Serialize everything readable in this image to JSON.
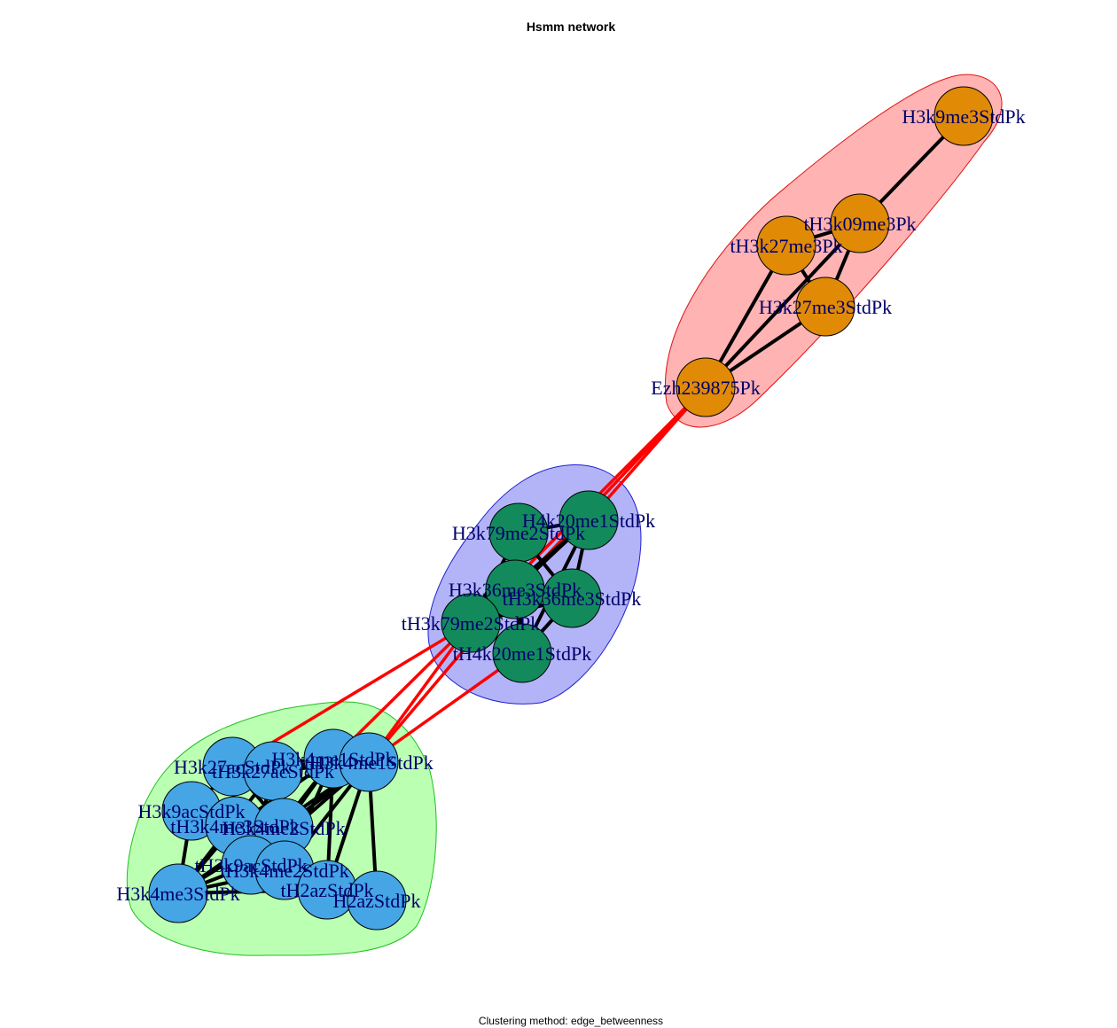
{
  "title": "Hsmm network",
  "subtitle": "Clustering method: edge_betweenness",
  "colors": {
    "intra_edge": "#000000",
    "inter_edge": "#ff0000",
    "label": "#00006b"
  },
  "clusters": [
    {
      "id": "c1",
      "node_color": "#e08a06",
      "hull_fill": "#ffb3b3",
      "hull_stroke": "#e01010",
      "nodes": [
        "H3k9me3StdPk",
        "tH3k09me3Pk",
        "tH3k27me3Pk",
        "H3k27me3StdPk",
        "Ezh239875Pk"
      ]
    },
    {
      "id": "c2",
      "node_color": "#138a5c",
      "hull_fill": "#b3b3f8",
      "hull_stroke": "#2020d0",
      "nodes": [
        "H4k20me1StdPk",
        "H3k79me2StdPk",
        "H3k36me3StdPk",
        "tH3k36me3StdPk",
        "tH3k79me2StdPk",
        "tH4k20me1StdPk"
      ]
    },
    {
      "id": "c3",
      "node_color": "#45a5e5",
      "hull_fill": "#bbffb3",
      "hull_stroke": "#20c020",
      "nodes": [
        "H3k27acStdPk",
        "tH3k27acStdPk",
        "H3k4me1StdPk",
        "tH3k4me1StdPk",
        "H3k9acStdPk",
        "tH3k4me3StdPk",
        "H3k4me2StdPk",
        "tH3k9acStdPk",
        "tH3k4me2StdPk",
        "H3k4me3StdPk",
        "tH2azStdPk",
        "H2azStdPk"
      ]
    }
  ],
  "edges": [
    [
      "H3k9me3StdPk",
      "tH3k09me3Pk"
    ],
    [
      "tH3k09me3Pk",
      "tH3k27me3Pk"
    ],
    [
      "tH3k09me3Pk",
      "H3k27me3StdPk"
    ],
    [
      "tH3k09me3Pk",
      "Ezh239875Pk"
    ],
    [
      "tH3k27me3Pk",
      "H3k27me3StdPk"
    ],
    [
      "tH3k27me3Pk",
      "Ezh239875Pk"
    ],
    [
      "H3k27me3StdPk",
      "Ezh239875Pk"
    ],
    [
      "Ezh239875Pk",
      "H4k20me1StdPk"
    ],
    [
      "Ezh239875Pk",
      "tH3k79me2StdPk"
    ],
    [
      "Ezh239875Pk",
      "H3k36me3StdPk"
    ],
    [
      "H4k20me1StdPk",
      "H3k79me2StdPk"
    ],
    [
      "H4k20me1StdPk",
      "H3k36me3StdPk"
    ],
    [
      "H4k20me1StdPk",
      "tH3k36me3StdPk"
    ],
    [
      "H4k20me1StdPk",
      "tH3k79me2StdPk"
    ],
    [
      "H4k20me1StdPk",
      "tH4k20me1StdPk"
    ],
    [
      "H3k79me2StdPk",
      "H3k36me3StdPk"
    ],
    [
      "H3k79me2StdPk",
      "tH3k36me3StdPk"
    ],
    [
      "H3k79me2StdPk",
      "tH3k79me2StdPk"
    ],
    [
      "H3k79me2StdPk",
      "tH4k20me1StdPk"
    ],
    [
      "H3k36me3StdPk",
      "tH3k36me3StdPk"
    ],
    [
      "H3k36me3StdPk",
      "tH3k79me2StdPk"
    ],
    [
      "H3k36me3StdPk",
      "tH4k20me1StdPk"
    ],
    [
      "tH3k36me3StdPk",
      "tH3k79me2StdPk"
    ],
    [
      "tH3k36me3StdPk",
      "tH4k20me1StdPk"
    ],
    [
      "tH3k79me2StdPk",
      "tH4k20me1StdPk"
    ],
    [
      "tH3k79me2StdPk",
      "H3k4me1StdPk"
    ],
    [
      "tH3k79me2StdPk",
      "tH3k4me1StdPk"
    ],
    [
      "tH3k79me2StdPk",
      "H3k27acStdPk"
    ],
    [
      "H3k36me3StdPk",
      "tH3k4me1StdPk"
    ],
    [
      "tH4k20me1StdPk",
      "tH3k4me1StdPk"
    ],
    [
      "H3k27acStdPk",
      "tH3k27acStdPk"
    ],
    [
      "H3k27acStdPk",
      "H3k4me1StdPk"
    ],
    [
      "H3k27acStdPk",
      "H3k9acStdPk"
    ],
    [
      "H3k27acStdPk",
      "tH3k4me3StdPk"
    ],
    [
      "H3k27acStdPk",
      "H3k4me2StdPk"
    ],
    [
      "tH3k27acStdPk",
      "H3k4me1StdPk"
    ],
    [
      "tH3k27acStdPk",
      "tH3k4me1StdPk"
    ],
    [
      "tH3k27acStdPk",
      "H3k4me2StdPk"
    ],
    [
      "tH3k27acStdPk",
      "tH3k9acStdPk"
    ],
    [
      "tH3k27acStdPk",
      "H3k4me3StdPk"
    ],
    [
      "H3k4me1StdPk",
      "tH3k4me1StdPk"
    ],
    [
      "H3k4me1StdPk",
      "tH3k4me3StdPk"
    ],
    [
      "H3k4me1StdPk",
      "H3k4me2StdPk"
    ],
    [
      "H3k4me1StdPk",
      "tH3k9acStdPk"
    ],
    [
      "H3k4me1StdPk",
      "tH3k4me2StdPk"
    ],
    [
      "H3k4me1StdPk",
      "tH2azStdPk"
    ],
    [
      "tH3k4me1StdPk",
      "H3k4me2StdPk"
    ],
    [
      "tH3k4me1StdPk",
      "tH3k9acStdPk"
    ],
    [
      "tH3k4me1StdPk",
      "tH3k4me2StdPk"
    ],
    [
      "tH3k4me1StdPk",
      "tH2azStdPk"
    ],
    [
      "tH3k4me1StdPk",
      "H2azStdPk"
    ],
    [
      "tH3k4me1StdPk",
      "H3k4me3StdPk"
    ],
    [
      "H3k9acStdPk",
      "tH3k4me3StdPk"
    ],
    [
      "H3k9acStdPk",
      "tH3k9acStdPk"
    ],
    [
      "H3k9acStdPk",
      "H3k4me3StdPk"
    ],
    [
      "H3k9acStdPk",
      "H3k4me2StdPk"
    ],
    [
      "tH3k4me3StdPk",
      "H3k4me2StdPk"
    ],
    [
      "tH3k4me3StdPk",
      "tH3k9acStdPk"
    ],
    [
      "tH3k4me3StdPk",
      "H3k4me3StdPk"
    ],
    [
      "tH3k4me3StdPk",
      "tH3k4me2StdPk"
    ],
    [
      "H3k4me2StdPk",
      "tH3k9acStdPk"
    ],
    [
      "H3k4me2StdPk",
      "tH3k4me2StdPk"
    ],
    [
      "H3k4me2StdPk",
      "tH2azStdPk"
    ],
    [
      "H3k4me2StdPk",
      "H3k4me3StdPk"
    ],
    [
      "tH3k9acStdPk",
      "tH3k4me2StdPk"
    ],
    [
      "tH3k9acStdPk",
      "H3k4me3StdPk"
    ],
    [
      "tH3k4me2StdPk",
      "H3k4me3StdPk"
    ],
    [
      "tH3k4me2StdPk",
      "tH2azStdPk"
    ],
    [
      "tH2azStdPk",
      "H2azStdPk"
    ],
    [
      "H3k4me3StdPk",
      "tH2azStdPk"
    ]
  ]
}
